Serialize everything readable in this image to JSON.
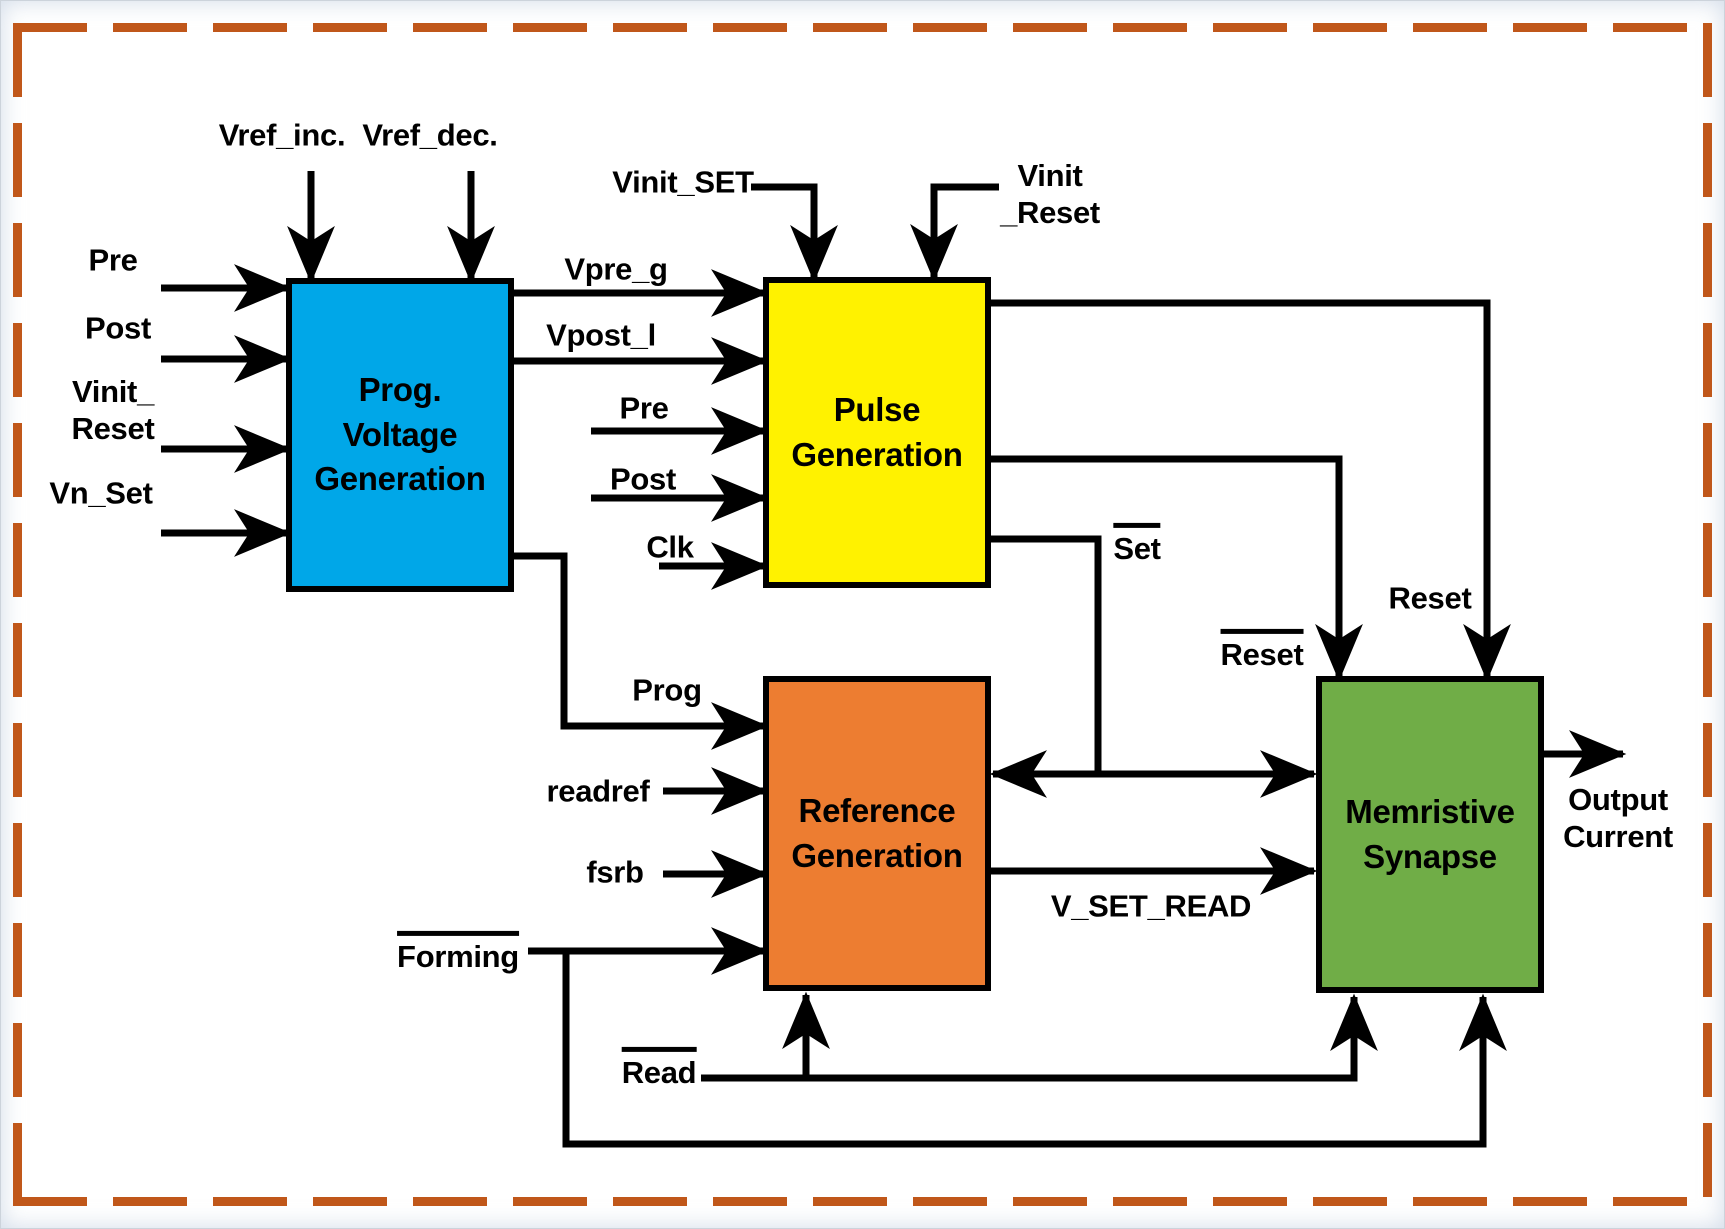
{
  "figure": {
    "type": "block-diagram",
    "description": "Memristive synapse programming architecture block diagram",
    "frame_color": "#C0571A",
    "wire_color": "#000000",
    "background_color": "#FFFFFF"
  },
  "blocks": {
    "prog_voltage": {
      "title": "Prog.\nVoltage\nGeneration",
      "color": "#00A7E8"
    },
    "pulse": {
      "title": "Pulse\nGeneration",
      "color": "#FFF200"
    },
    "reference": {
      "title": "Reference\nGeneration",
      "color": "#ED7D31"
    },
    "memristive": {
      "title": "Memristive\nSynapse",
      "color": "#70AD47"
    }
  },
  "signals": {
    "vref_inc": "Vref_inc.",
    "vref_dec": "Vref_dec.",
    "pre": "Pre",
    "post": "Post",
    "vinit_reset_left": "Vinit_\nReset",
    "vn_set": "Vn_Set",
    "vinit_set": "Vinit_SET",
    "vinit_reset_top": "Vinit\n_Reset",
    "vpre_g": "Vpre_g",
    "vpost_l": "Vpost_l",
    "pre_pulse": "Pre",
    "post_pulse": "Post",
    "clk": "Clk",
    "set_bar": "Set",
    "reset": "Reset",
    "reset_bar": "Reset",
    "prog": "Prog",
    "readref": "readref",
    "fsrb": "fsrb",
    "forming_bar": "Forming",
    "read_bar": "Read",
    "v_set_read": "V_SET_READ",
    "output_current": "Output\nCurrent"
  }
}
